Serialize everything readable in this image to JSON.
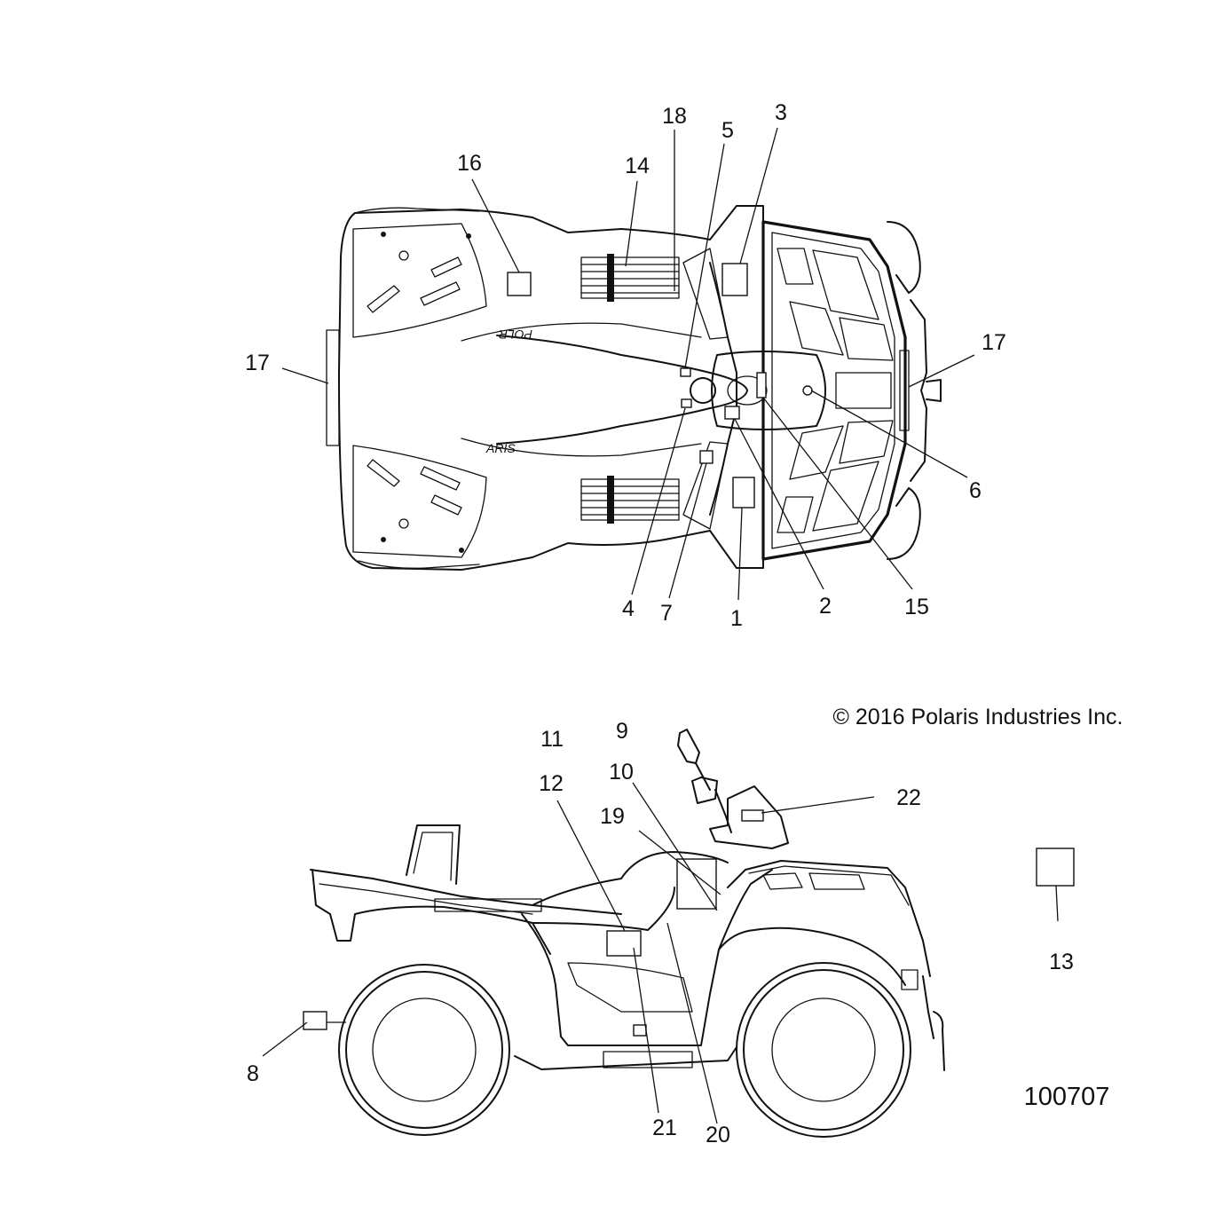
{
  "copyright": "© 2016 Polaris Industries Inc.",
  "figure_number": "100707",
  "brand_marks": {
    "left_text": "POLR",
    "right_text": "ARIS"
  },
  "top_view_callouts": [
    "18",
    "5",
    "3",
    "16",
    "14",
    "17",
    "17",
    "6",
    "4",
    "7",
    "1",
    "2",
    "15"
  ],
  "side_view_callouts": [
    "11",
    "9",
    "12",
    "10",
    "19",
    "22",
    "13",
    "8",
    "21",
    "20"
  ]
}
